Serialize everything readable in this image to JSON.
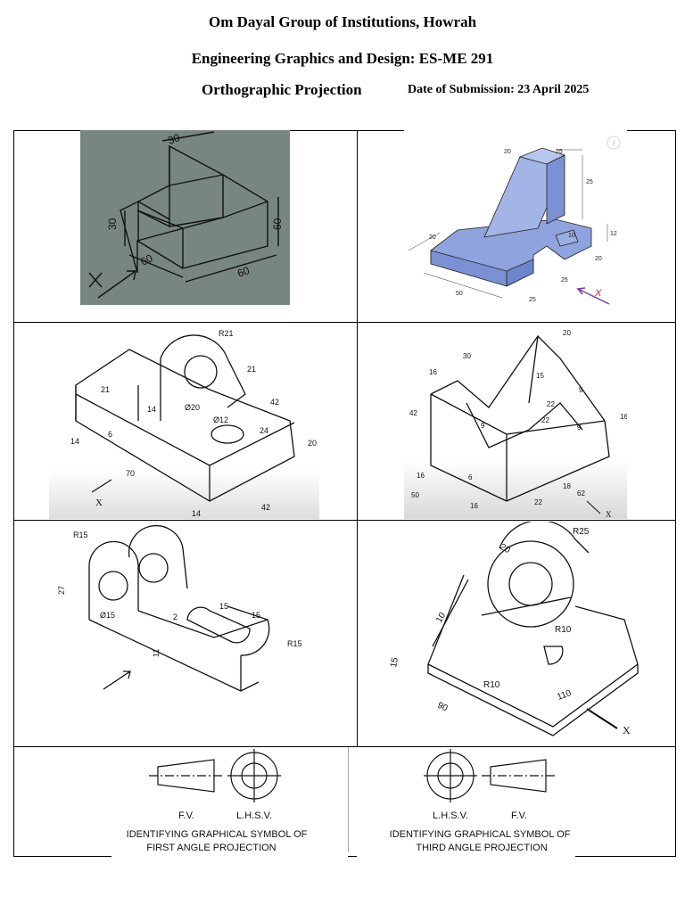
{
  "header": {
    "institution": "Om Dayal Group of Institutions, Howrah",
    "course": "Engineering Graphics and Design: ES-ME 291",
    "topic": "Orthographic Projection",
    "submission": "Date of Submission: 23 April 2025"
  },
  "figures": {
    "fig1": {
      "dims": [
        "30",
        "30",
        "60",
        "60",
        "60"
      ],
      "arrow_label": "X"
    },
    "fig2": {
      "dims": [
        "20",
        "25",
        "25",
        "20",
        "12",
        "10",
        "20",
        "25",
        "25",
        "50"
      ],
      "arrow_label": "X",
      "info_icon": "i"
    },
    "fig3": {
      "dims": [
        "R21",
        "21",
        "21",
        "14",
        "Ø20",
        "42",
        "Ø12",
        "24",
        "20",
        "14",
        "6",
        "70",
        "14",
        "42"
      ],
      "arrow_label": "X"
    },
    "fig4": {
      "dims": [
        "20",
        "30",
        "16",
        "15",
        "9",
        "42",
        "22",
        "9",
        "22",
        "9",
        "16",
        "16",
        "6",
        "50",
        "16",
        "22",
        "18",
        "62"
      ],
      "arrow_label": "X"
    },
    "fig5": {
      "dims": [
        "R15",
        "27",
        "Ø15",
        "15",
        "15",
        "2",
        "11",
        "R15"
      ]
    },
    "fig6": {
      "dims": [
        "R25",
        "20",
        "10",
        "R10",
        "15",
        "R10",
        "90",
        "110"
      ],
      "arrow_label": "X"
    },
    "symbols": {
      "first": {
        "fv": "F.V.",
        "lhsv": "L.H.S.V.",
        "caption1": "IDENTIFYING GRAPHICAL SYMBOL OF",
        "caption2": "FIRST ANGLE PROJECTION"
      },
      "third": {
        "lhsv": "L.H.S.V.",
        "fv": "F.V.",
        "caption1": "IDENTIFYING GRAPHICAL SYMBOL OF",
        "caption2": "THIRD ANGLE PROJECTION"
      }
    }
  },
  "colors": {
    "photo_bg": "#77877f",
    "blue_fill": "#8fa3de",
    "red_mark": "#d0202a",
    "purple_arrow": "#7a3aa8"
  }
}
